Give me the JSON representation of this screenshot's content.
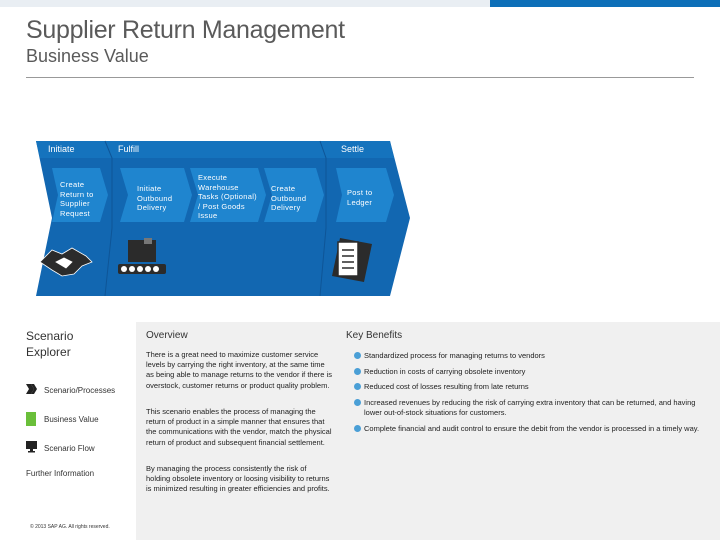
{
  "header": {
    "title": "Supplier Return Management",
    "subtitle": "Business Value"
  },
  "process": {
    "phases": [
      {
        "label": "Initiate"
      },
      {
        "label": "Fulfill"
      },
      {
        "label": "Settle"
      }
    ],
    "steps": [
      {
        "label": "Create Return to Supplier Request"
      },
      {
        "label": "Initiate Outbound Delivery"
      },
      {
        "label": "Execute Warehouse Tasks (Optional) / Post Goods Issue"
      },
      {
        "label": "Create Outbound Delivery"
      },
      {
        "label": "Post to Ledger"
      }
    ],
    "colors": {
      "arrow_dark": "#1267b1",
      "arrow_light": "#1f85cf",
      "icon_dark": "#2b2b2b"
    },
    "icons": [
      "handshake-icon",
      "truck-icon",
      "ledger-icon"
    ]
  },
  "explorer": {
    "title_line1": "Scenario",
    "title_line2": "Explorer",
    "items": [
      {
        "label": "Scenario/Processes",
        "icon": "process-chevron-icon"
      },
      {
        "label": "Business Value",
        "icon": "green-document-icon"
      },
      {
        "label": "Scenario Flow",
        "icon": "monitor-icon"
      },
      {
        "label": "Further Information",
        "icon": "info-icon"
      }
    ],
    "copyright": "© 2013 SAP AG. All rights reserved."
  },
  "overview": {
    "heading": "Overview",
    "paragraphs": [
      "There is a great need to maximize customer service levels by carrying the right inventory, at the same time as being able to manage returns to the vendor if there is overstock, customer returns or product quality problem.",
      "This scenario enables the process of managing the return of product in a simple manner that ensures that the communications with the vendor, match the physical return of product and subsequent financial settlement.",
      "By managing the process consistently the risk of holding obsolete inventory or loosing visibility to returns is minimized resulting in greater efficiencies and profits."
    ]
  },
  "key_benefits": {
    "heading": "Key Benefits",
    "items": [
      "Standardized process for managing returns to vendors",
      "Reduction in costs of carrying obsolete inventory",
      "Reduced cost of losses resulting from late returns",
      "Increased revenues by reducing the risk of carrying extra inventory that can be returned, and having lower out-of-stock situations for customers.",
      "Complete financial and audit control to ensure the debit from the vendor is processed in a timely way."
    ],
    "bullet_color": "#4a9fd6"
  }
}
